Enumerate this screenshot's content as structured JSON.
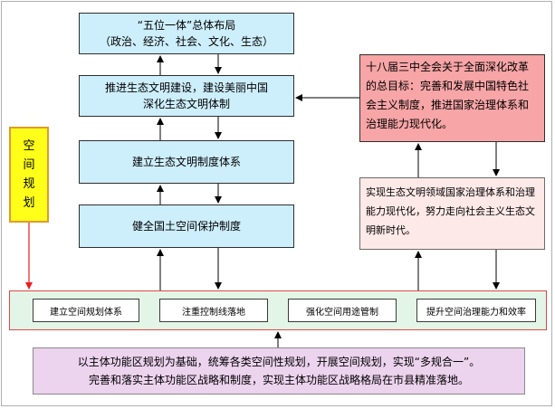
{
  "layout_title": {
    "line1": "“五位一体”总体布局",
    "line2": "（政治、经济、社会、文化、生态）"
  },
  "boxes": {
    "eco_civilization": {
      "line1": "推进生态文明建设，建设美丽中国",
      "line2": "深化生态文明体制"
    },
    "eco_system": "建立生态文明制度体系",
    "land_protection": "健全国土空间保护制度"
  },
  "spatial_planning": [
    "空",
    "间",
    "规",
    "划"
  ],
  "goal": "十八届三中全会关于全面深化改革的总目标：完善和发展中国特色社会主义制度，推进国家治理体系和治理能力现代化。",
  "modernization": "实现生态文明领域国家治理体系和治理能力现代化，努力走向社会主义生态文明新时代。",
  "actions": [
    "建立空间规划体系",
    "注重控制线落地",
    "强化空间用途管制",
    "提升空间治理能力和效率"
  ],
  "bottom": {
    "line1": "以主体功能区规划为基础，统筹各类空间性规划，开展空间规划，实现“多规合一”。",
    "line2": "完善和落实主体功能区战略和制度，实现主体功能区战略格局在市县精准落地。"
  },
  "colors": {
    "blue_fill": "#cdeefb",
    "goal_fill": "#f7a5a6",
    "modern_fill": "#fde9e7",
    "band_fill": "#e3f5e7",
    "band_border": "#e04848",
    "spatial_fill": "#ffff1a",
    "bottom_fill": "#ecd3ee"
  }
}
